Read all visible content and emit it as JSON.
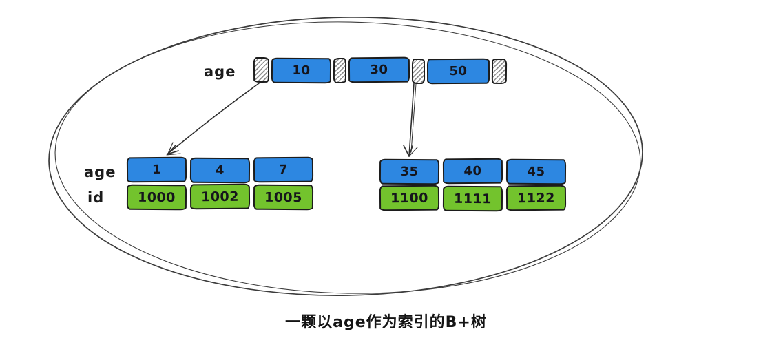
{
  "caption": "一颗以age作为索引的B+树",
  "root": {
    "label": "age",
    "keys": [
      "10",
      "30",
      "50"
    ]
  },
  "left_leaf": {
    "age_label": "age",
    "id_label": "id",
    "ages": [
      "1",
      "4",
      "7"
    ],
    "ids": [
      "1000",
      "1002",
      "1005"
    ]
  },
  "right_leaf": {
    "ages": [
      "35",
      "40",
      "45"
    ],
    "ids": [
      "1100",
      "1111",
      "1122"
    ]
  },
  "colors": {
    "key_cell": "#2d87e1",
    "id_cell": "#73c32d",
    "stroke": "#1c1c1c"
  }
}
